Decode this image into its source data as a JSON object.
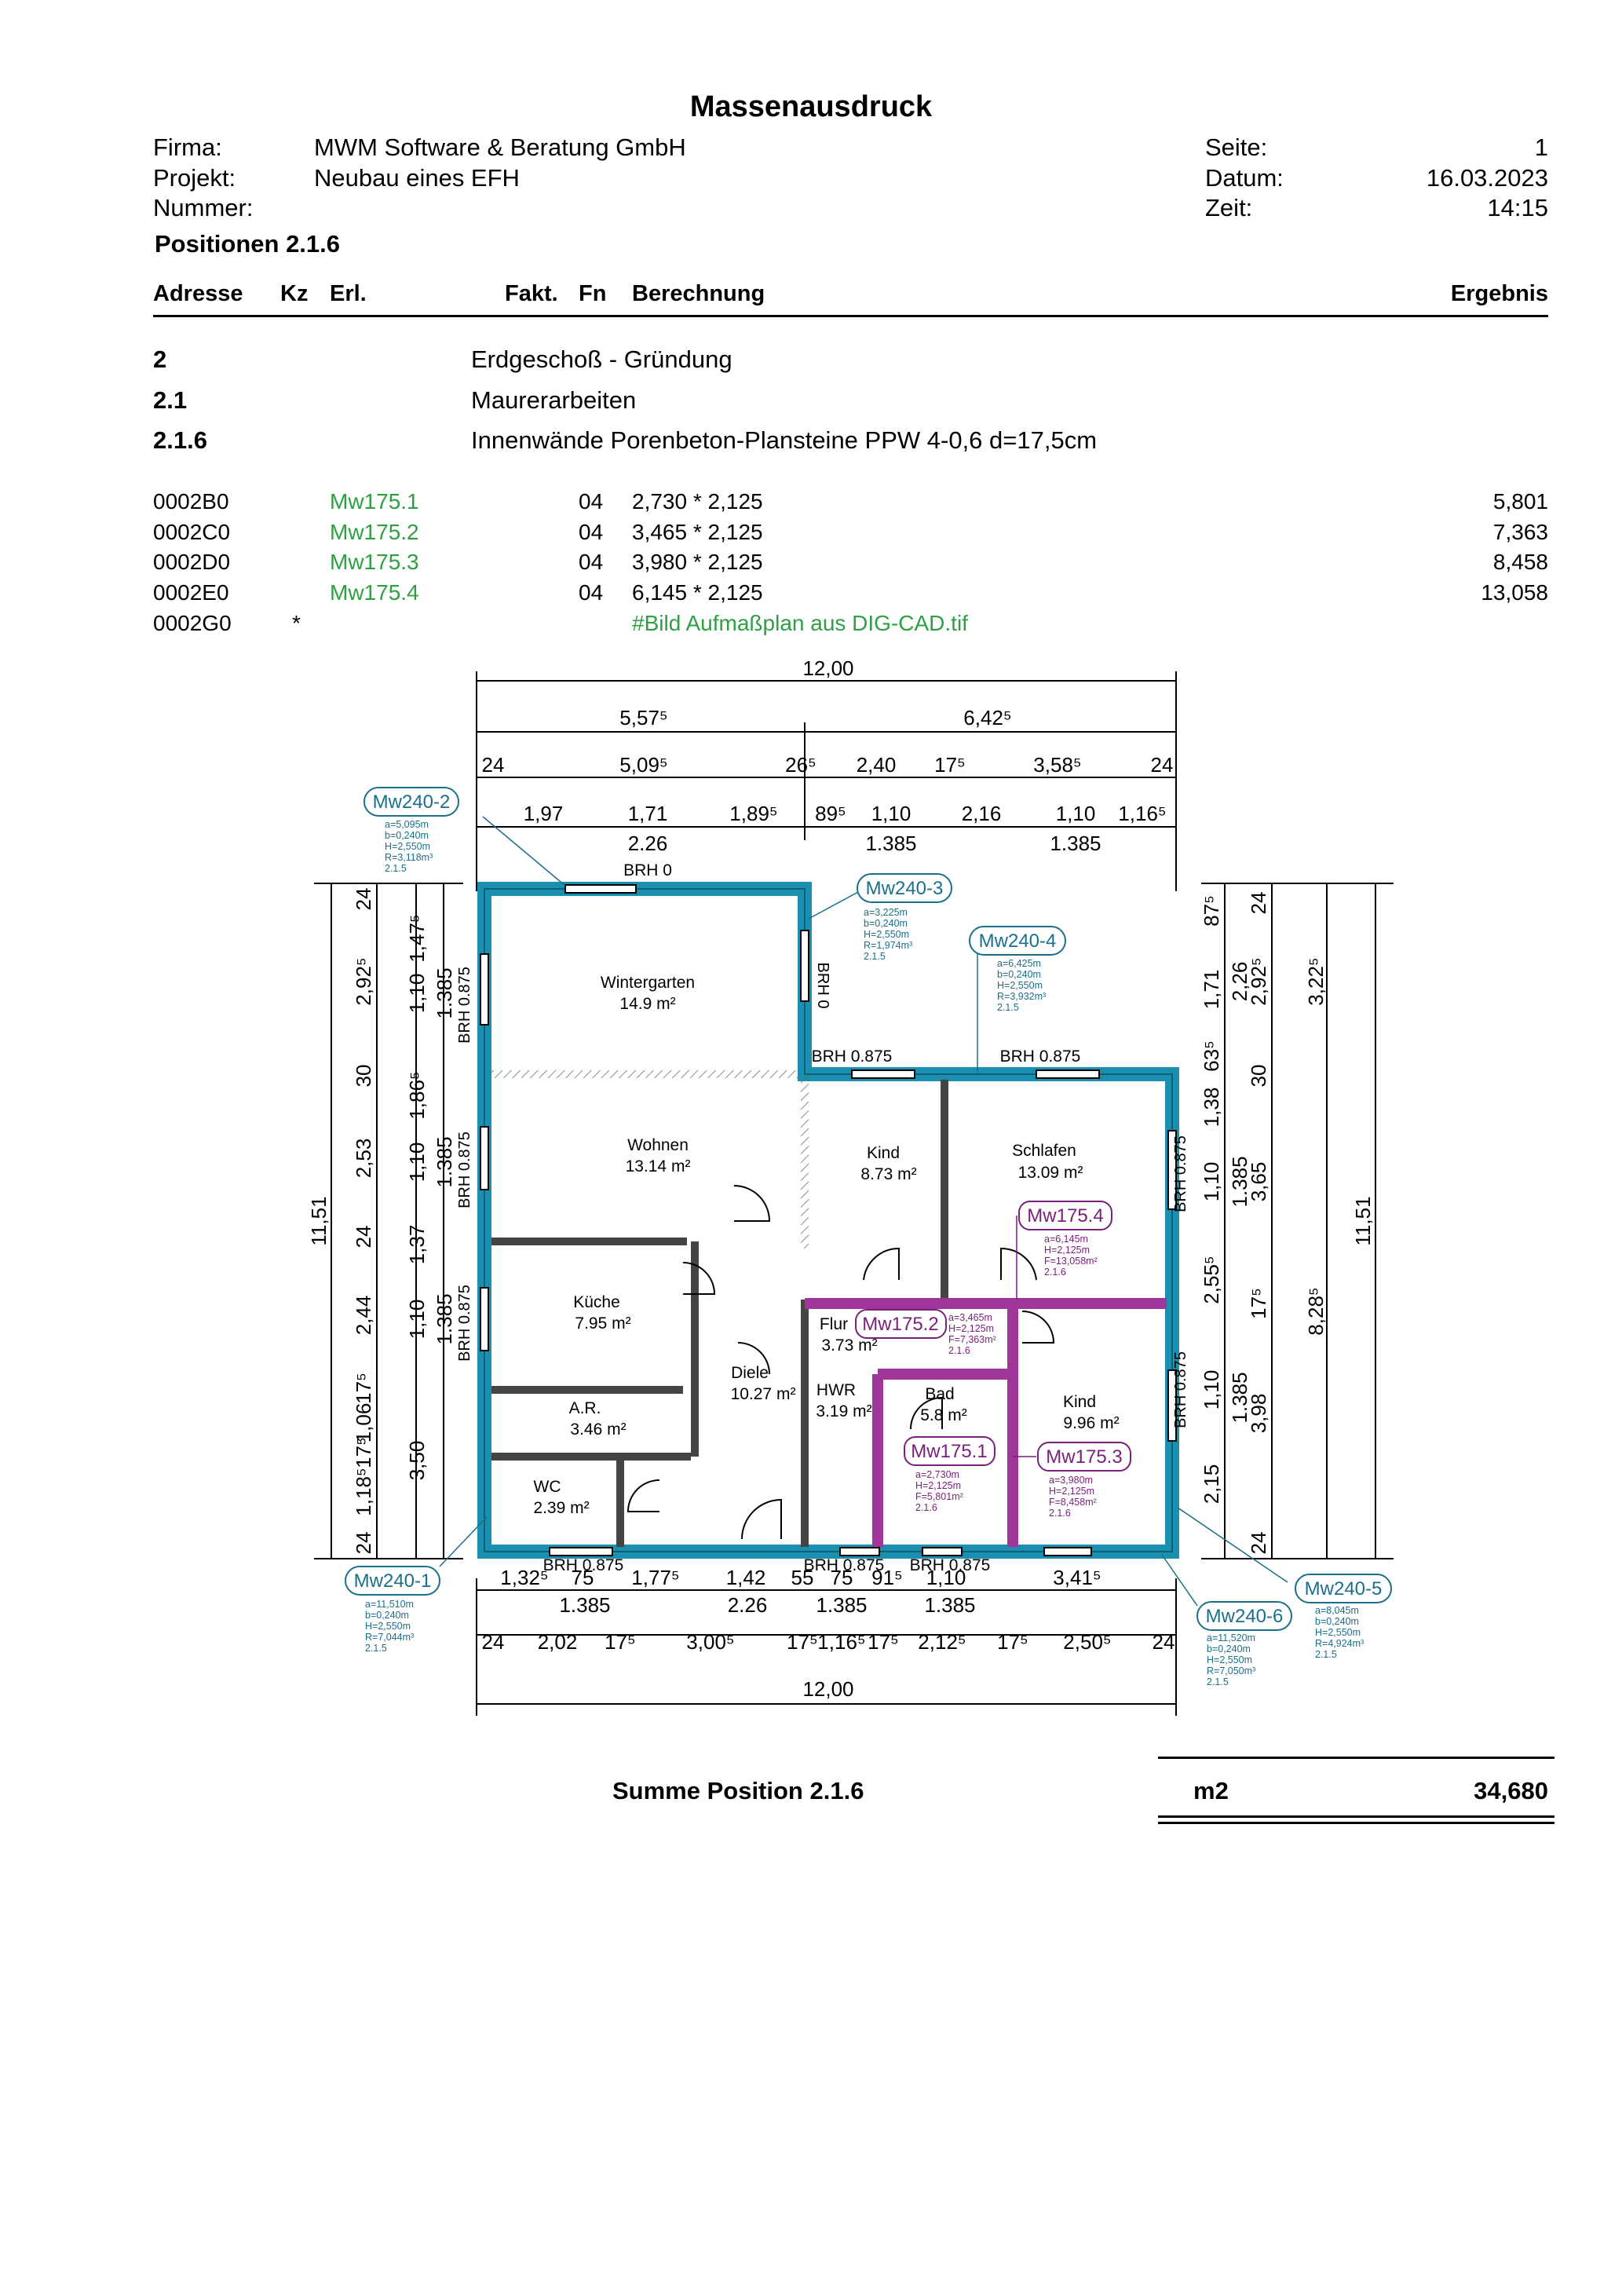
{
  "title": "Massenausdruck",
  "header": {
    "firma_label": "Firma:",
    "firma": "MWM Software & Beratung GmbH",
    "projekt_label": "Projekt:",
    "projekt": "Neubau eines EFH",
    "nummer_label": "Nummer:",
    "nummer": "",
    "seite_label": "Seite:",
    "seite": "1",
    "datum_label": "Datum:",
    "datum": "16.03.2023",
    "zeit_label": "Zeit:",
    "zeit": "14:15",
    "positionen": "Positionen 2.1.6"
  },
  "columns": {
    "adresse": "Adresse",
    "kz": "Kz",
    "erl": "Erl.",
    "fakt": "Fakt.",
    "fn": "Fn",
    "berechnung": "Berechnung",
    "ergebnis": "Ergebnis"
  },
  "sections": [
    {
      "num": "2",
      "text": "Erdgeschoß - Gründung"
    },
    {
      "num": "2.1",
      "text": "Maurerarbeiten"
    },
    {
      "num": "2.1.6",
      "text": "Innenwände Porenbeton-Plansteine PPW 4-0,6 d=17,5cm"
    }
  ],
  "rows": [
    {
      "adresse": "0002B0",
      "kz": "",
      "erl": "Mw175.1",
      "fn": "04",
      "berechnung": "2,730 * 2,125",
      "ergebnis": "5,801"
    },
    {
      "adresse": "0002C0",
      "kz": "",
      "erl": "Mw175.2",
      "fn": "04",
      "berechnung": "3,465 * 2,125",
      "ergebnis": "7,363"
    },
    {
      "adresse": "0002D0",
      "kz": "",
      "erl": "Mw175.3",
      "fn": "04",
      "berechnung": "3,980 * 2,125",
      "ergebnis": "8,458"
    },
    {
      "adresse": "0002E0",
      "kz": "",
      "erl": "Mw175.4",
      "fn": "04",
      "berechnung": "6,145 * 2,125",
      "ergebnis": "13,058"
    },
    {
      "adresse": "0002G0",
      "kz": "*",
      "erl": "",
      "fn": "",
      "berechnung": "#Bild Aufmaßplan aus DIG-CAD.tif",
      "ergebnis": ""
    }
  ],
  "plan": {
    "colors": {
      "wall_outer": "#1b8fb0",
      "wall_inner": "#a0359a",
      "hatch": "#555555",
      "label_blue": "#1a6f8a",
      "label_purple": "#7a1f7a"
    },
    "dims_top": [
      "12,00",
      "5,57⁵",
      "6,42⁵",
      "24",
      "5,09⁵",
      "26⁵",
      "2,40",
      "17⁵",
      "3,58⁵",
      "24",
      "1,97",
      "1,71",
      "1,89⁵",
      "89⁵",
      "1,10",
      "2,16",
      "1,10",
      "1,16⁵",
      "2.26",
      "1.385",
      "1.385",
      "BRH 0"
    ],
    "dims_bottom": [
      "1,32⁵",
      "75",
      "1,77⁵",
      "1,42",
      "55",
      "75",
      "91⁵",
      "1,10",
      "3,41⁵",
      "1.385",
      "2.26",
      "1.385",
      "1.385",
      "24",
      "2,02",
      "17⁵",
      "3,00⁵",
      "17⁵",
      "1,16⁵",
      "17⁵",
      "2,12⁵",
      "17⁵",
      "2,50⁵",
      "24",
      "12,00",
      "BRH 0.875",
      "BRH 0.875",
      "BRH 0.875"
    ],
    "dims_left": [
      "11,51",
      "24",
      "2,92⁵",
      "30",
      "2,53",
      "24",
      "2,44",
      "17⁵",
      "1,06",
      "17⁵",
      "1,18⁵",
      "24",
      "3,50",
      "1,47⁵",
      "1,10",
      "1,86⁵",
      "1,10",
      "1,37",
      "1,10",
      "1.385",
      "1.385",
      "1.385",
      "BRH 0.875",
      "BRH 0.875",
      "BRH 0.875"
    ],
    "dims_right": [
      "87⁵",
      "1,71",
      "63⁵",
      "1,38",
      "1,10",
      "2,55⁵",
      "1,10",
      "2,15",
      "24",
      "2,26",
      "2,92⁵",
      "30",
      "1.385",
      "3,65",
      "17⁵",
      "1.385",
      "3,98",
      "24",
      "3,22⁵",
      "8,28⁵",
      "11,51",
      "BRH 0.875",
      "BRH 0.875",
      "BRH 0",
      "BRH 0.875",
      "BRH 0.875"
    ],
    "rooms": [
      {
        "name": "Wintergarten",
        "area": "14.9 m²"
      },
      {
        "name": "Wohnen",
        "area": "13.14 m²"
      },
      {
        "name": "Kind",
        "area": "8.73 m²"
      },
      {
        "name": "Schlafen",
        "area": "13.09 m²"
      },
      {
        "name": "Küche",
        "area": "7.95 m²"
      },
      {
        "name": "Flur",
        "area": "3.73 m²"
      },
      {
        "name": "Diele",
        "area": "10.27 m²"
      },
      {
        "name": "HWR",
        "area": "3.19 m²"
      },
      {
        "name": "Bad",
        "area": "5.8 m²"
      },
      {
        "name": "A.R.",
        "area": "3.46 m²"
      },
      {
        "name": "Kind",
        "area": "9.96 m²"
      },
      {
        "name": "WC",
        "area": "2.39 m²"
      }
    ],
    "tags": [
      {
        "id": "Mw240-2",
        "lines": [
          "a=5,095m",
          "b=0,240m",
          "H=2,550m",
          "R=3,118m³",
          "2.1.5"
        ]
      },
      {
        "id": "Mw240-3",
        "lines": [
          "a=3,225m",
          "b=0,240m",
          "H=2,550m",
          "R=1,974m³",
          "2.1.5"
        ]
      },
      {
        "id": "Mw240-4",
        "lines": [
          "a=6,425m",
          "b=0,240m",
          "H=2,550m",
          "R=3,932m³",
          "2.1.5"
        ]
      },
      {
        "id": "Mw175.4",
        "lines": [
          "a=6,145m",
          "H=2,125m",
          "F=13,058m²",
          "2.1.6"
        ]
      },
      {
        "id": "Mw175.2",
        "lines": [
          "a=3,465m",
          "H=2,125m",
          "F=7,363m²",
          "2.1.6"
        ]
      },
      {
        "id": "Mw175.1",
        "lines": [
          "a=2,730m",
          "H=2,125m",
          "F=5,801m²",
          "2.1.6"
        ]
      },
      {
        "id": "Mw175.3",
        "lines": [
          "a=3,980m",
          "H=2,125m",
          "F=8,458m²",
          "2.1.6"
        ]
      },
      {
        "id": "Mw240-1",
        "lines": [
          "a=11,510m",
          "b=0,240m",
          "H=2,550m",
          "R=7,044m³",
          "2.1.5"
        ]
      },
      {
        "id": "Mw240-6",
        "lines": [
          "a=11,520m",
          "b=0,240m",
          "H=2,550m",
          "R=7,050m³",
          "2.1.5"
        ]
      },
      {
        "id": "Mw240-5",
        "lines": [
          "a=8,045m",
          "b=0,240m",
          "H=2,550m",
          "R=4,924m³",
          "2.1.5"
        ]
      }
    ]
  },
  "summary": {
    "label": "Summe Position  2.1.6",
    "unit": "m2",
    "value": "34,680"
  }
}
